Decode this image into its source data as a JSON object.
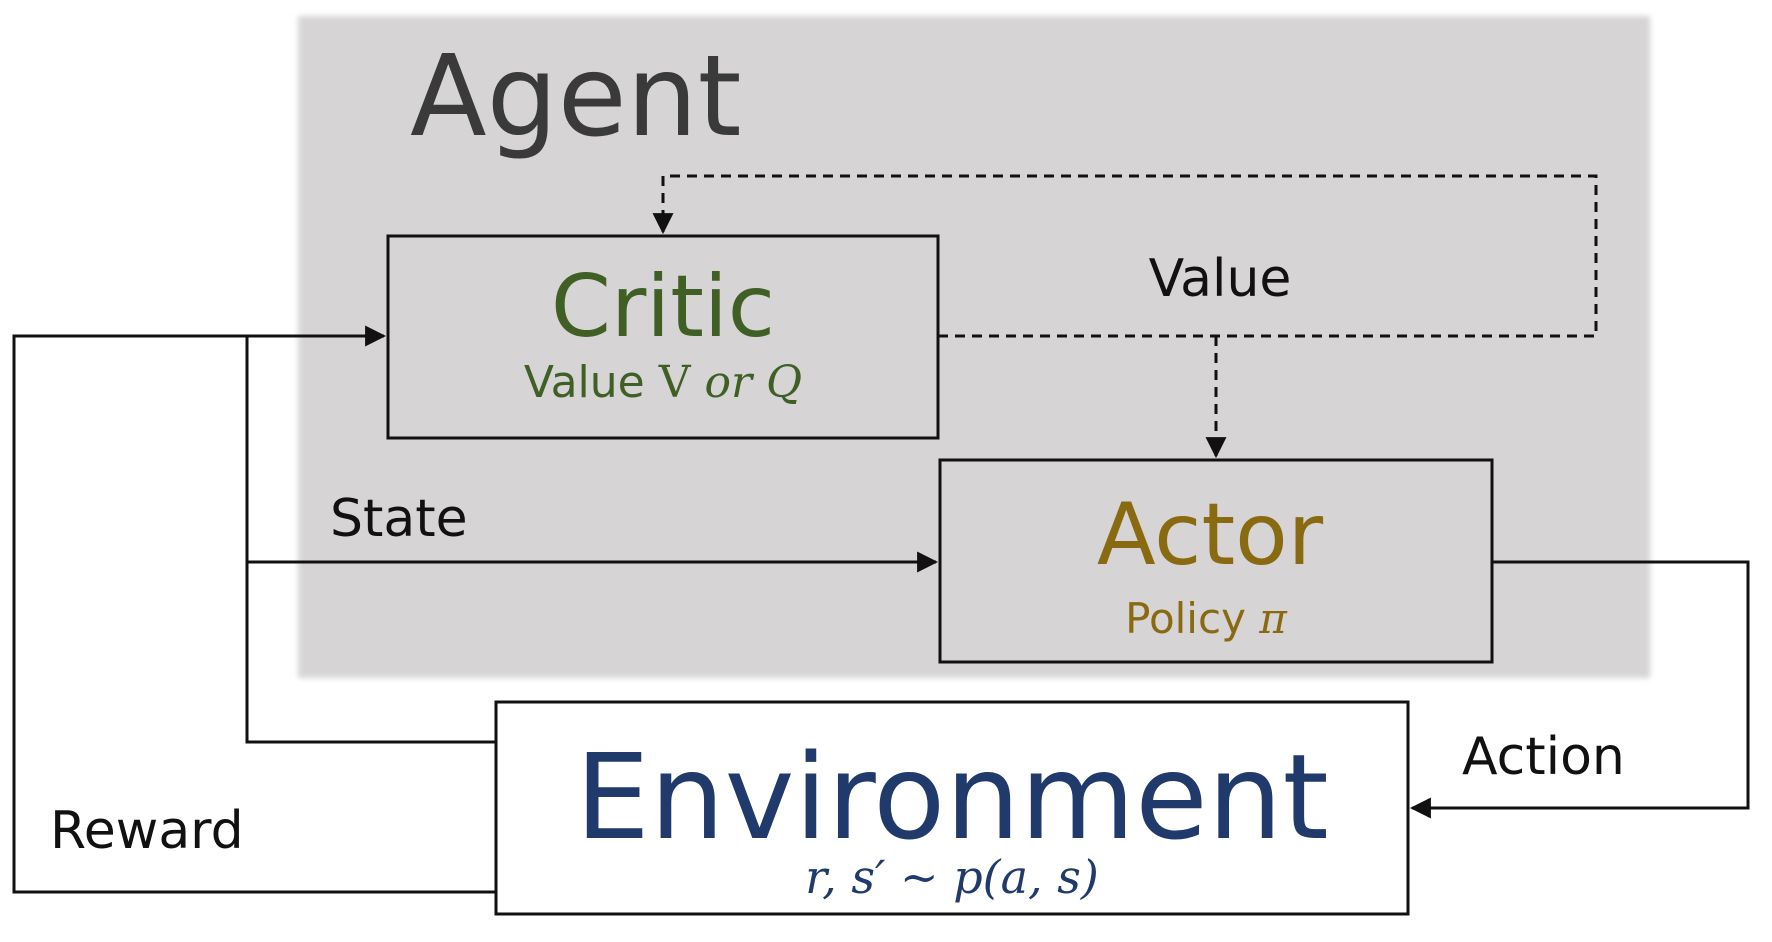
{
  "agent": {
    "label": "Agent"
  },
  "critic": {
    "title": "Critic",
    "subtitle_prefix": "Value ",
    "subtitle_v": "V",
    "subtitle_rest": " or Q"
  },
  "actor": {
    "title": "Actor",
    "subtitle_prefix": "Policy ",
    "subtitle_pi": "π"
  },
  "environment": {
    "title": "Environment",
    "formula": "r, s′ ~ p(a, s)"
  },
  "labels": {
    "value": "Value",
    "state": "State",
    "action": "Action",
    "reward": "Reward"
  },
  "colors": {
    "agent_bg": "#d6d4d5",
    "critic_text": "#3f5f24",
    "actor_text": "#8a6a10",
    "environment_text": "#1f3a6b",
    "agent_text": "#3a3a3a",
    "line": "#111111"
  }
}
